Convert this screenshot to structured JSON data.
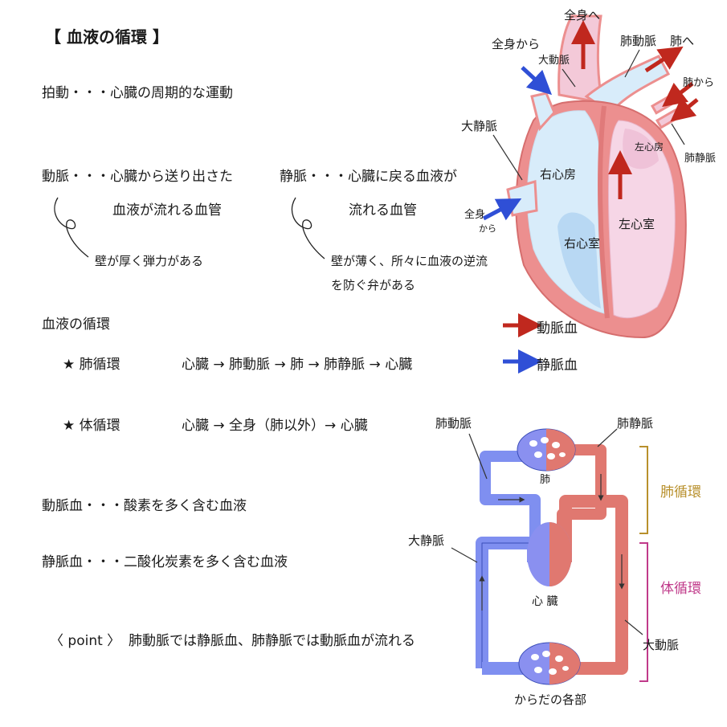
{
  "title": "【 血液の循環 】",
  "definitions": {
    "beat": "拍動・・・心臓の周期的な運動",
    "artery_line1": "動脈・・・心臓から送り出さた",
    "artery_line2": "血液が流れる血管",
    "artery_note": "壁が厚く弾力がある",
    "vein_line1": "静脈・・・心臓に戻る血液が",
    "vein_line2": "流れる血管",
    "vein_note_line1": "壁が薄く、所々に血液の逆流",
    "vein_note_line2": "を防ぐ弁がある"
  },
  "circulation": {
    "heading": "血液の循環",
    "pulmonary_label": "★ 肺循環",
    "pulmonary_path": "心臓 → 肺動脈 → 肺 → 肺静脈 → 心臓",
    "systemic_label": "★ 体循環",
    "systemic_path": "心臓 →  全身（肺以外）→ 心臓"
  },
  "blood": {
    "arterial": "動脈血・・・酸素を多く含む血液",
    "venous": "静脈血・・・二酸化炭素を多く含む血液",
    "point_tag": "〈 point 〉",
    "point_text": "肺動脈では静脈血、肺静脈では動脈血が流れる"
  },
  "heart_diagram": {
    "from_body_top": "全身から",
    "to_body": "全身へ",
    "aorta": "大動脈",
    "pulmonary_artery": "肺動脈",
    "to_lungs": "肺へ",
    "from_lungs": "肺から",
    "vena_cava": "大静脈",
    "right_atrium": "右心房",
    "left_atrium": "左心房",
    "pulmonary_vein": "肺静脈",
    "from_body_bottom_1": "全身",
    "from_body_bottom_2": "から",
    "right_ventricle": "右心室",
    "left_ventricle": "左心室",
    "legend_arterial": "動脈血",
    "legend_venous": "静脈血"
  },
  "circuit_diagram": {
    "pulmonary_artery": "肺動脈",
    "pulmonary_vein": "肺静脈",
    "lung": "肺",
    "pulmonary_circ": "肺循環",
    "vena_cava": "大静脈",
    "systemic_circ": "体循環",
    "heart": "心 臓",
    "aorta": "大動脈",
    "body_parts": "からだの各部"
  },
  "colors": {
    "arterial": "#c0281e",
    "venous": "#2f4fd6",
    "venous_fill": "#7f8ff0",
    "arterial_fill": "#e07870",
    "heart_wall": "#ec8f8f",
    "right_chamber": "#d8ecfa",
    "left_chamber": "#f6d6e6",
    "pulmonary_bracket": "#b8902c",
    "systemic_bracket": "#c03a8a"
  }
}
